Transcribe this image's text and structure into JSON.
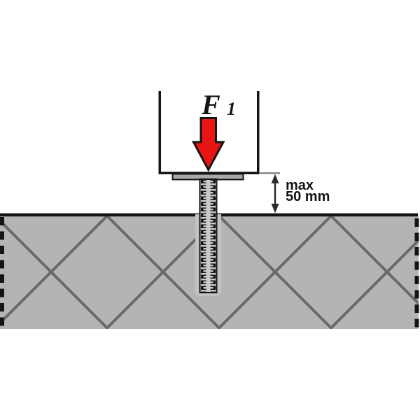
{
  "colors": {
    "background": "#ffffff",
    "outline-black": "#141414",
    "arrow-red": "#e91515",
    "slab-gray": "#b4b4b4",
    "hatch-gray": "#6a6a6a",
    "plate-gray": "#a9a9a9",
    "rod-light-gray": "#c9c9c9",
    "hole-gray": "#c2c2c2",
    "ext-gray": "#7d7d7d",
    "dim-gray": "#2b2b2b"
  },
  "labels": {
    "force_symbol": "F",
    "force_subscript": "1",
    "dimension_line1": "max",
    "dimension_line2": "50 mm"
  }
}
